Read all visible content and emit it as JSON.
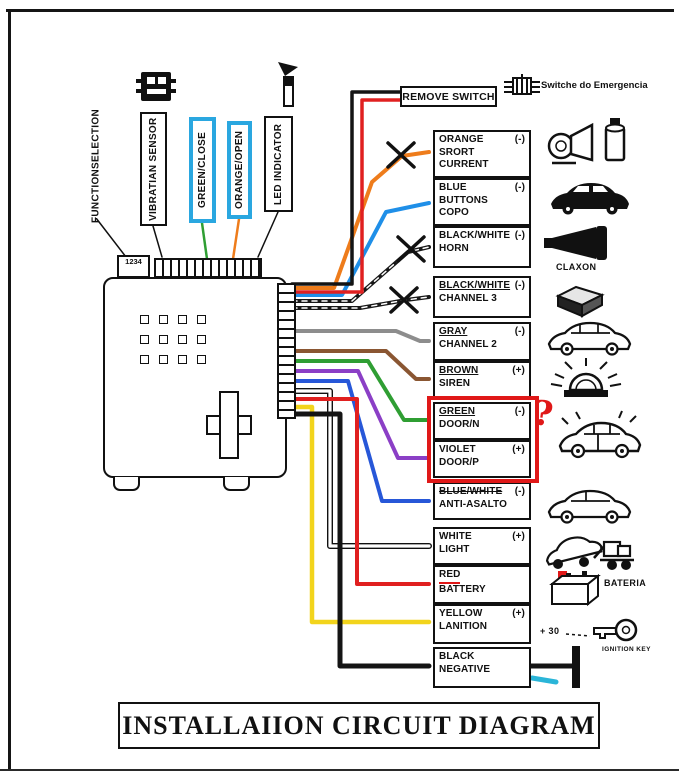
{
  "title": "INSTALLAIION CIRCUIT DIAGRAM",
  "colors": {
    "annotation_red": "#e01818",
    "label_blue_border": "#2aa7e0",
    "cyan_mark": "#2ab5d8",
    "wire_black": "#141414"
  },
  "top": {
    "remove_switch": "REMOVE SWITCH",
    "emergency": "Switche do Emergencia"
  },
  "module": {
    "function_selection": "FUNCTIONSELECTION",
    "vibration_sensor": "VIBRATIAN SENSOR",
    "green_close": "GREEN/CLOSE",
    "orange_open": "ORANGE/OPEN",
    "led_indicator": "LED INDICATOR",
    "connector_digits": "1234"
  },
  "connections": [
    {
      "name": "ORANGE",
      "polarity": "(-)",
      "lines": [
        "SRORT",
        "CURRENT"
      ],
      "wire": "#ee7c1b",
      "deco": "none",
      "plus": false
    },
    {
      "name": "BLUE",
      "polarity": "(-)",
      "lines": [
        "BUTTONS",
        "COPO"
      ],
      "wire": "#1f8fe8",
      "deco": "none",
      "plus": false
    },
    {
      "name": "BLACK/WHITE",
      "polarity": "(-)",
      "lines": [
        "HORN"
      ],
      "wire": "#181818",
      "deco": "none",
      "plus": false
    },
    {
      "name": "BLACK/WHITE",
      "polarity": "(-)",
      "lines": [
        "CHANNEL 3"
      ],
      "wire": "#181818",
      "deco": "underline",
      "plus": false
    },
    {
      "name": "GRAY",
      "polarity": "(-)",
      "lines": [
        "CHANNEL 2"
      ],
      "wire": "#8d8d8d",
      "deco": "underline",
      "plus": false
    },
    {
      "name": "BROWN",
      "polarity": "(+)",
      "lines": [
        "SIREN"
      ],
      "wire": "#8a5632",
      "deco": "underline",
      "plus": true
    },
    {
      "name": "GREEN",
      "polarity": "(-)",
      "lines": [
        "DOOR/N"
      ],
      "wire": "#2f9e33",
      "deco": "underline",
      "plus": false
    },
    {
      "name": "VIOLET",
      "polarity": "(+)",
      "lines": [
        "DOOR/P"
      ],
      "wire": "#8b3fc6",
      "deco": "none",
      "plus": true
    },
    {
      "name": "BLUE/WHITE",
      "polarity": "(-)",
      "lines": [
        "ANTI-ASALTO"
      ],
      "wire": "#2757d8",
      "deco": "strike",
      "plus": false
    },
    {
      "name": "WHITE",
      "polarity": "(+)",
      "lines": [
        "LIGHT"
      ],
      "wire": "#ffffff",
      "deco": "none",
      "plus": true
    },
    {
      "name": "RED",
      "polarity": "",
      "lines": [
        "BATTERY"
      ],
      "wire": "#e02020",
      "deco": "underline-red",
      "plus": false
    },
    {
      "name": "YELLOW",
      "polarity": "(+)",
      "lines": [
        "LANITION"
      ],
      "wire": "#f2d41c",
      "deco": "none",
      "plus": true
    },
    {
      "name": "BLACK",
      "polarity": "",
      "lines": [
        "NEGATIVE"
      ],
      "wire": "#141414",
      "deco": "none",
      "plus": false
    }
  ],
  "icon_texts": {
    "claxon": "CLAXON",
    "battery": "BATERIA",
    "ignition": "IGNITION KEY",
    "plus30": "+ 30"
  },
  "annotations": {
    "question_mark": "?"
  }
}
